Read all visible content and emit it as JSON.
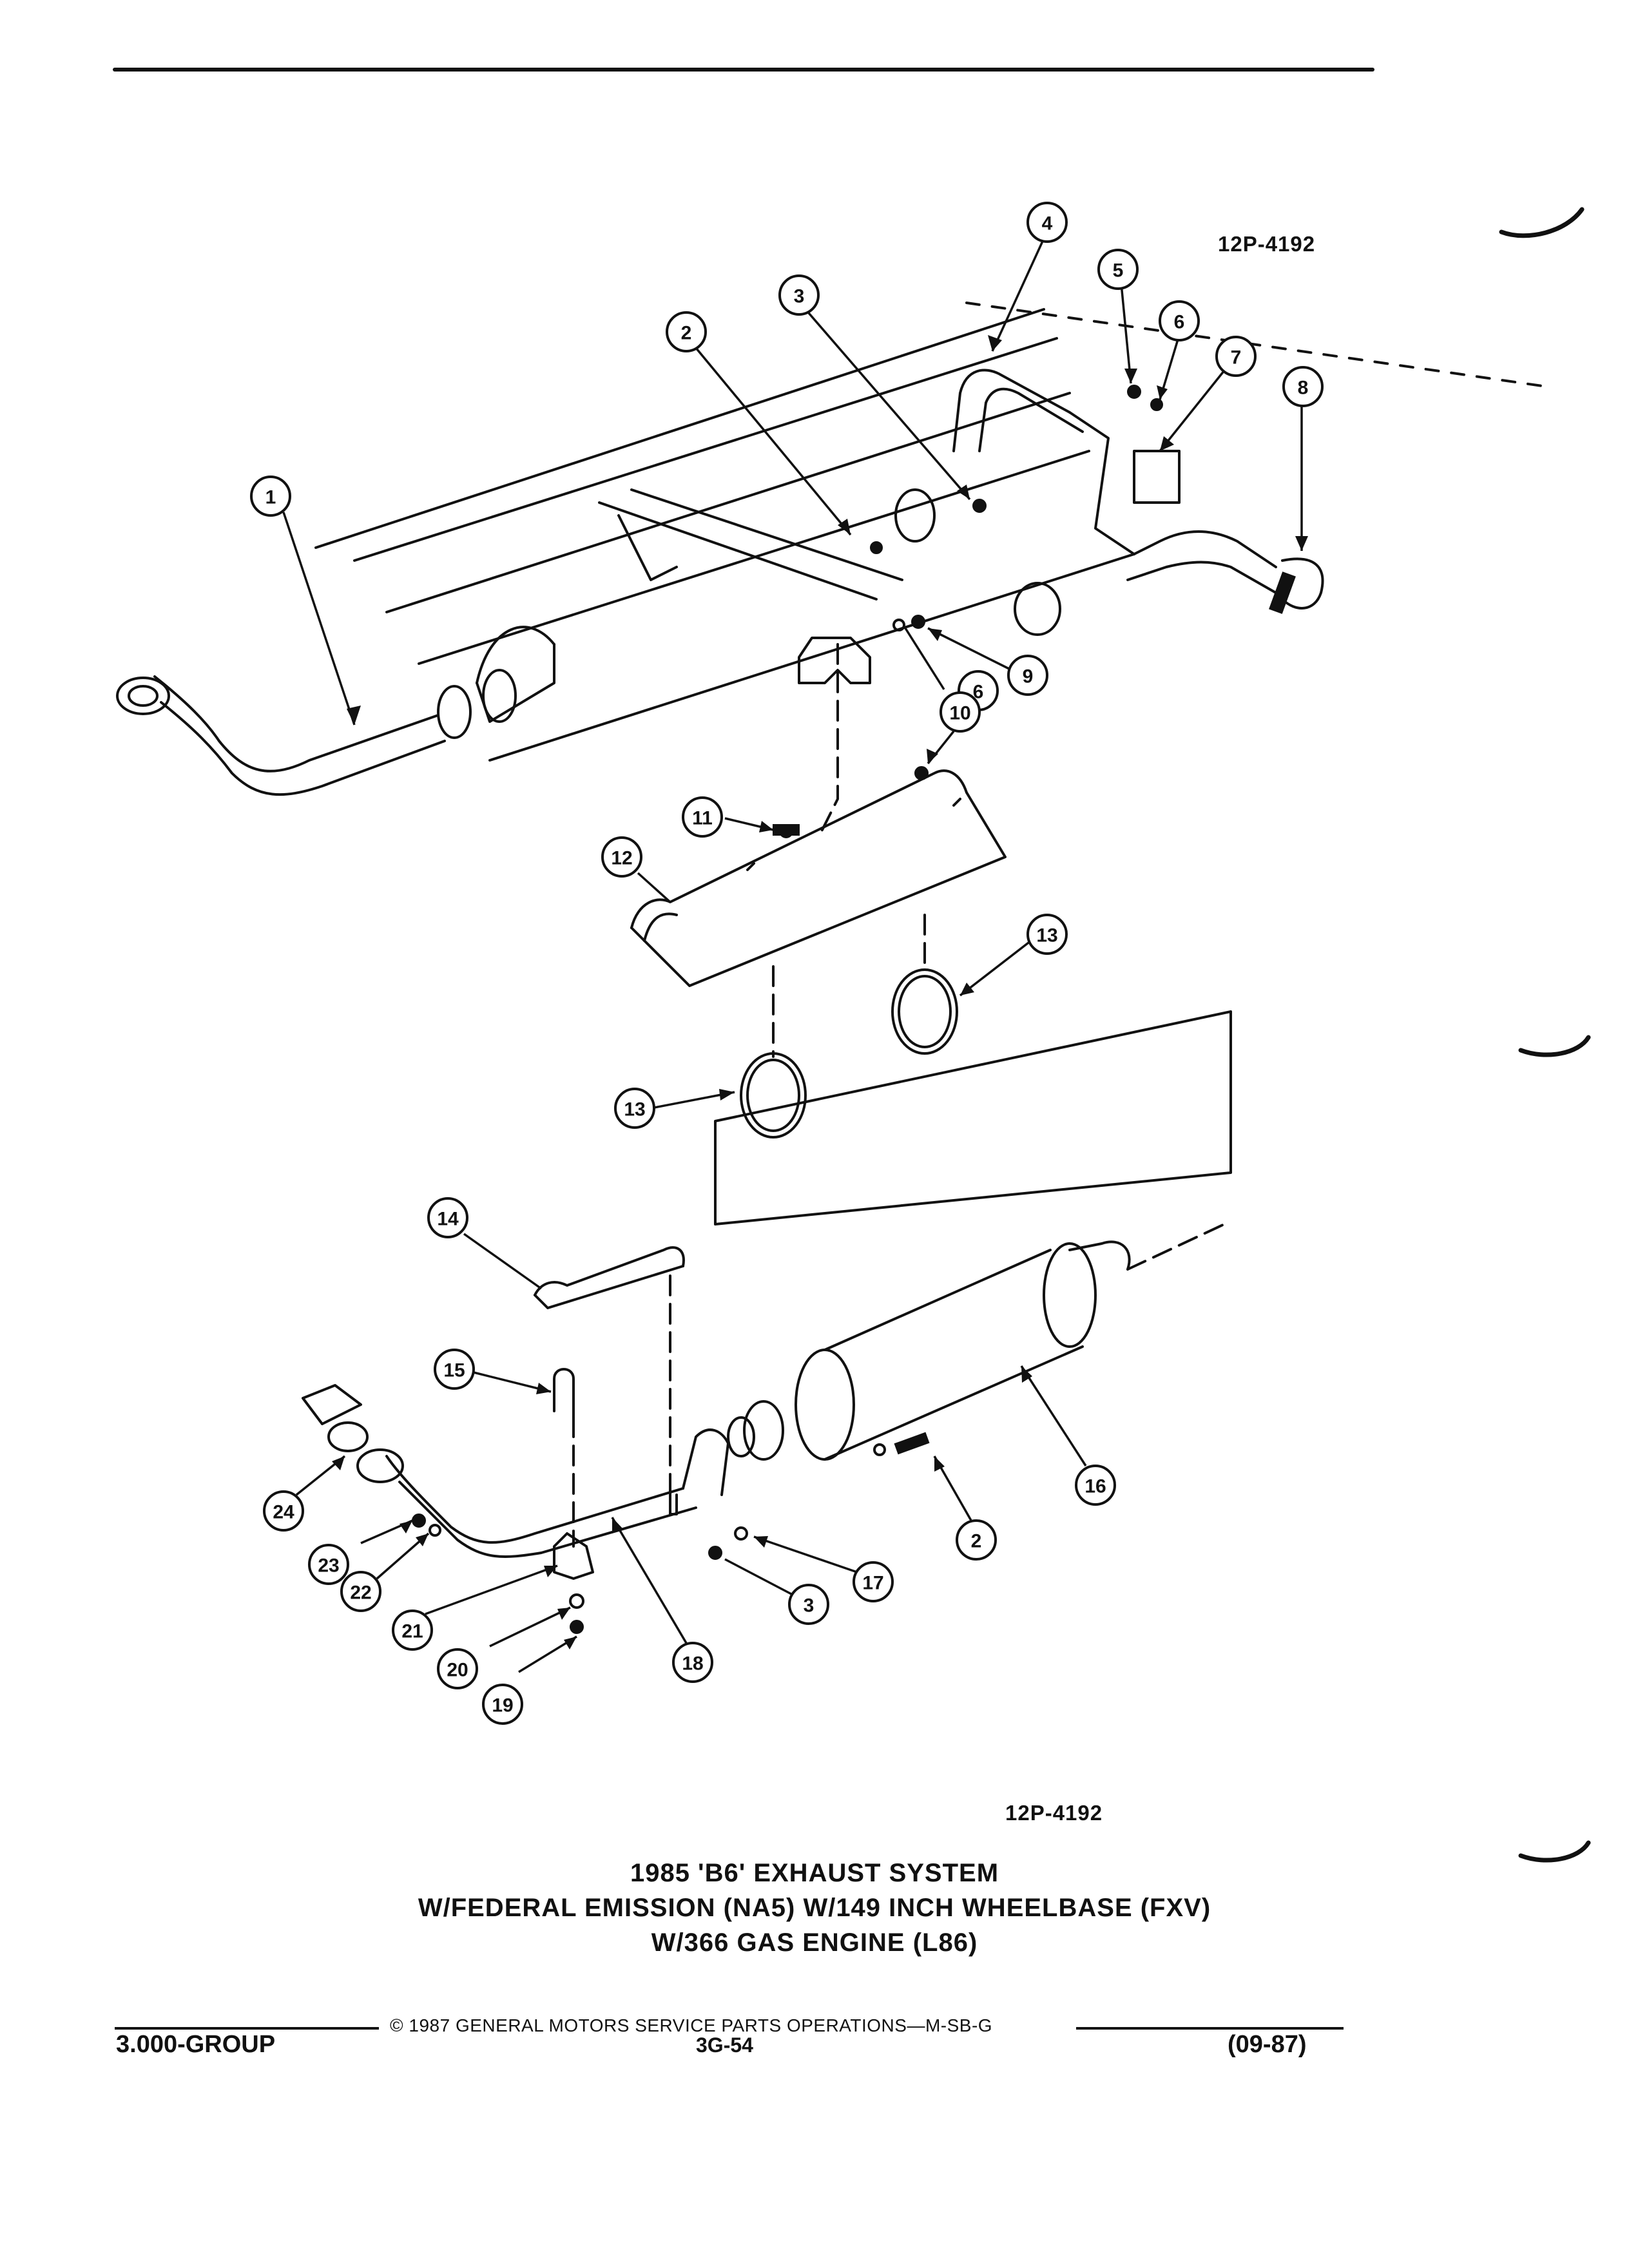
{
  "figure_code_top": "12P-4192",
  "figure_code_bottom": "12P-4192",
  "title_lines": [
    "1985 'B6' EXHAUST SYSTEM",
    "W/FEDERAL EMISSION (NA5) W/149 INCH WHEELBASE (FXV)",
    "W/366 GAS ENGINE (L86)"
  ],
  "copyright": "© 1987  GENERAL MOTORS SERVICE PARTS OPERATIONS—M-SB-G",
  "footer": {
    "group": "3.000-GROUP",
    "page": "3G-54",
    "date": "(09-87)"
  },
  "callouts": [
    "1",
    "2",
    "3",
    "4",
    "5",
    "6",
    "7",
    "8",
    "9",
    "6",
    "10",
    "11",
    "12",
    "13",
    "13",
    "14",
    "15",
    "16",
    "2",
    "17",
    "3",
    "18",
    "19",
    "20",
    "21",
    "22",
    "23",
    "24"
  ]
}
